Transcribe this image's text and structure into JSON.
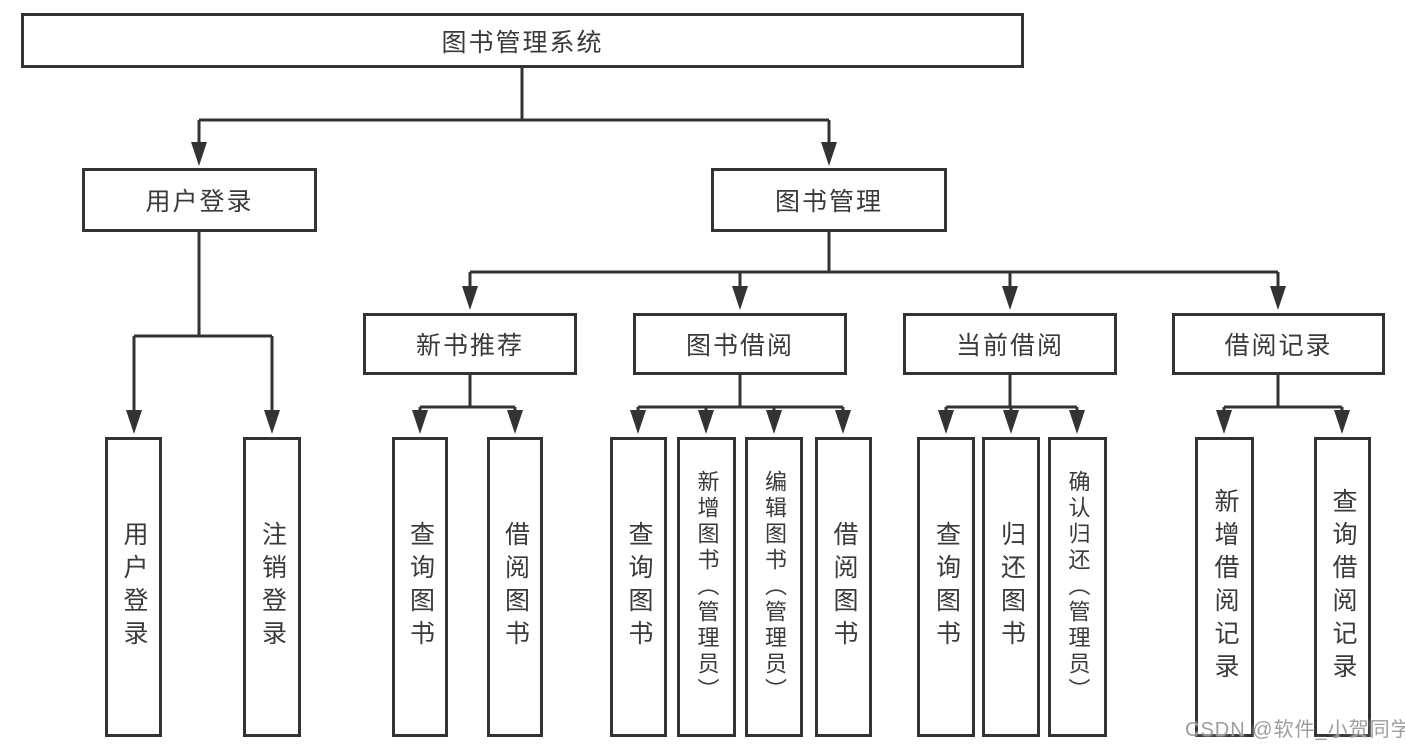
{
  "diagram": {
    "root": "图书管理系统",
    "user": {
      "label": "用户登录",
      "children": [
        "用户登录",
        "注销登录"
      ]
    },
    "mgmt": {
      "label": "图书管理",
      "groups": [
        {
          "label": "新书推荐",
          "children": [
            "查询图书",
            "借阅图书"
          ]
        },
        {
          "label": "图书借阅",
          "children": [
            "查询图书",
            "新增图书（管理员）",
            "编辑图书（管理员）",
            "借阅图书"
          ]
        },
        {
          "label": "当前借阅",
          "children": [
            "查询图书",
            "归还图书",
            "确认归还（管理员）"
          ]
        },
        {
          "label": "借阅记录",
          "children": [
            "新增借阅记录",
            "查询借阅记录"
          ]
        }
      ]
    },
    "colors": {
      "line": "#333333",
      "text": "#3a3a3a",
      "watermark": "#9e9e9e",
      "background": "#ffffff"
    }
  },
  "watermark": "CSDN @软件_小贺同学"
}
